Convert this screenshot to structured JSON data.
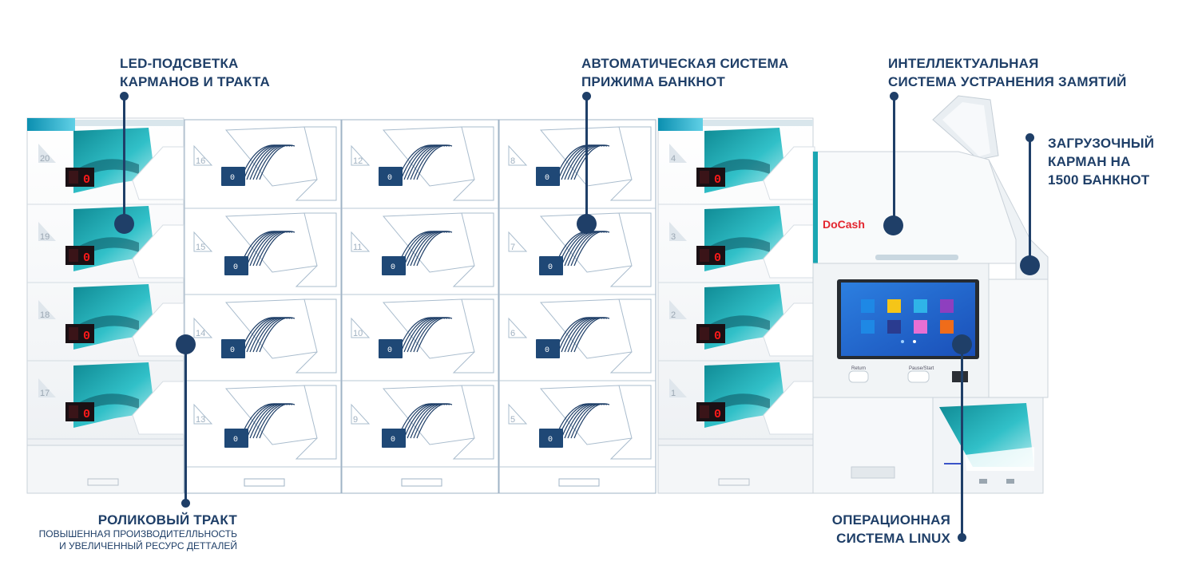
{
  "callouts": {
    "led": {
      "lines": [
        "LED-ПОДСВЕТКА",
        "КАРМАНОВ И ТРАКТА"
      ]
    },
    "press": {
      "lines": [
        "АВТОМАТИЧЕСКАЯ СИСТЕМА",
        "ПРИЖИМА БАНКНОТ"
      ]
    },
    "jam": {
      "lines": [
        "ИНТЕЛЛЕКТУАЛЬНАЯ",
        "СИСТЕМА УСТРАНЕНИЯ ЗАМЯТИЙ"
      ]
    },
    "hopper": {
      "lines": [
        "ЗАГРУЗОЧНЫЙ",
        "КАРМАН НА",
        "1500 БАНКНОТ"
      ]
    },
    "roller": {
      "title": "РОЛИКОВЫЙ ТРАКТ",
      "sub": [
        "ПОВЫШЕННАЯ ПРОИЗВОДИТЕЛЛЬНОСТЬ",
        "И УВЕЛИЧЕННЫЙ РЕСУРС ДЕТТАЛЕЙ"
      ]
    },
    "linux": {
      "lines": [
        "ОПЕРАЦИОННАЯ",
        "СИСТЕМА LINUX"
      ]
    }
  },
  "machine": {
    "brand": "DoCash",
    "pockets_left": [
      "20",
      "19",
      "18",
      "17"
    ],
    "pockets_mid_a": [
      "16",
      "15",
      "14",
      "13"
    ],
    "pockets_mid_b": [
      "12",
      "11",
      "10",
      "9"
    ],
    "pockets_mid_c": [
      "8",
      "7",
      "6",
      "5"
    ],
    "pockets_right": [
      "4",
      "3",
      "2",
      "1"
    ],
    "counter_value": "0",
    "screen_buttons": [
      "Return",
      "Pause/Start"
    ]
  },
  "colors": {
    "navy": "#1f3f68",
    "teal": "#1aa6b2",
    "teal_light": "#9fe0e4",
    "counter_red": "#ff1a1a",
    "brand_red": "#e3262f",
    "screen_blue": "#1f5fc7"
  }
}
